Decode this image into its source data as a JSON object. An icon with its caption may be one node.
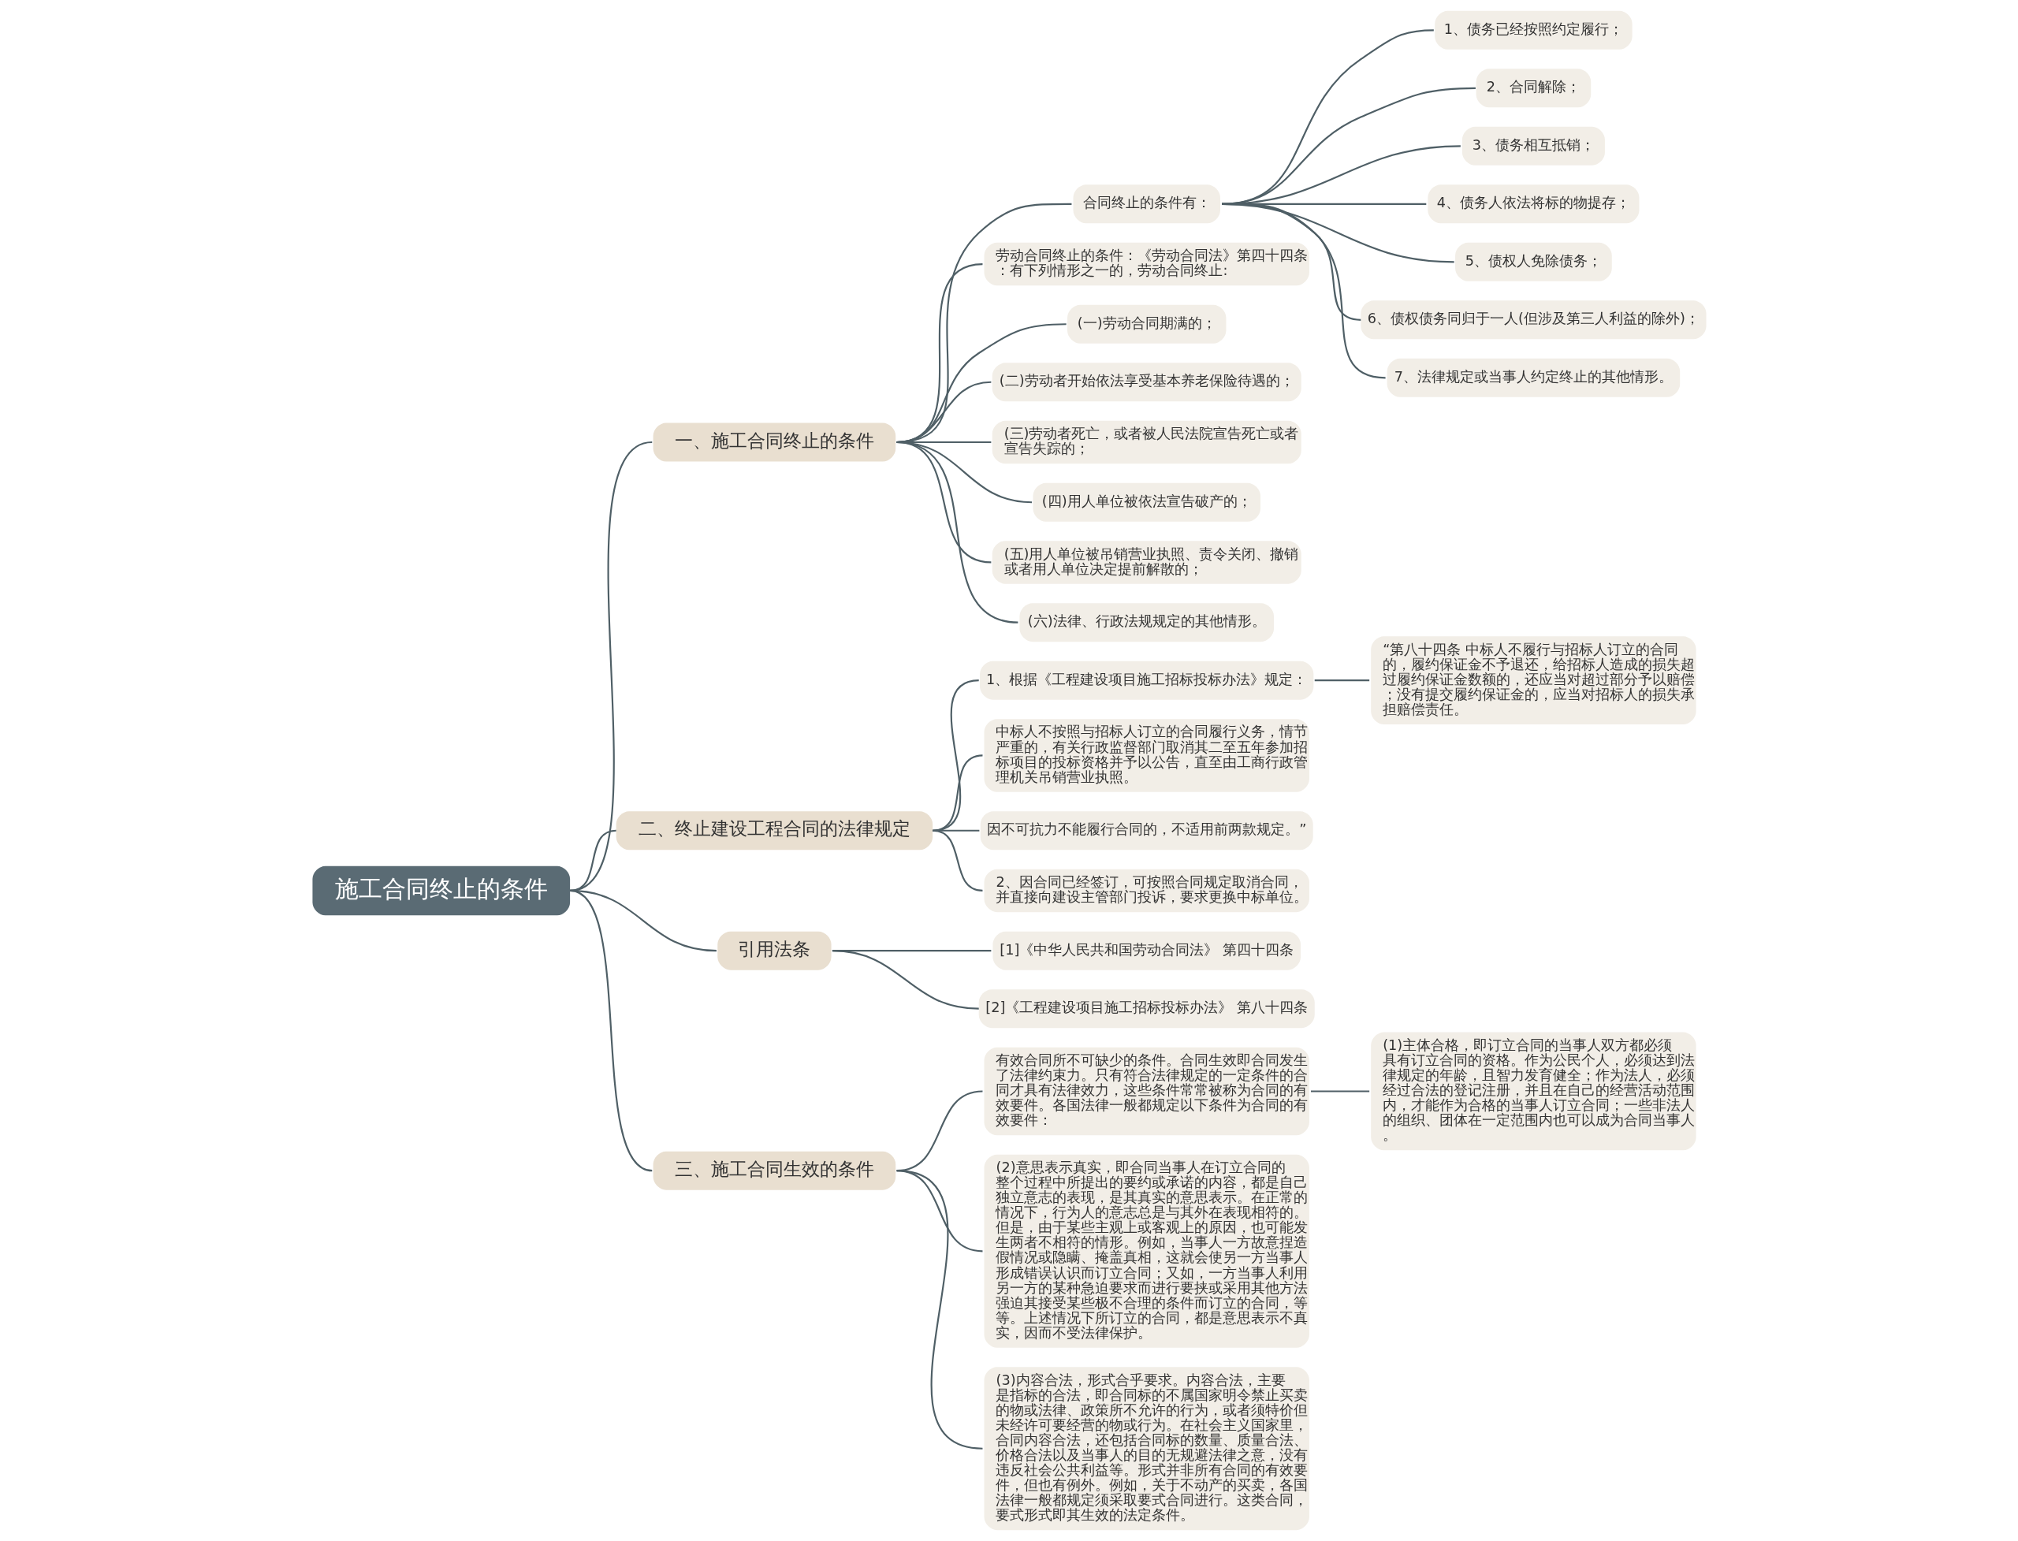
{
  "diagram": {
    "nodes": [
      {
        "text": [
          "施工合同终止的条件"
        ]
      },
      {
        "text": [
          "一、施工合同终止的条件"
        ]
      },
      {
        "text": [
          "合同终止的条件有："
        ]
      },
      {
        "text": [
          "1、债务已经按照约定履行；"
        ]
      },
      {
        "text": [
          "2、合同解除；"
        ]
      },
      {
        "text": [
          "3、债务相互抵销；"
        ]
      },
      {
        "text": [
          "4、债务人依法将标的物提存；"
        ]
      },
      {
        "text": [
          "5、债权人免除债务；"
        ]
      },
      {
        "text": [
          "6、债权债务同归于一人(但涉及第三人利益的除外)；"
        ]
      },
      {
        "text": [
          "7、法律规定或当事人约定终止的其他情形。"
        ]
      },
      {
        "text": [
          "劳动合同终止的条件：《劳动合同法》第四十四条：有下列情形之一的，劳动合同终止:"
        ]
      },
      {
        "text": [
          "(一)劳动合同期满的；"
        ]
      },
      {
        "text": [
          "(二)劳动者开始依法享受基本养老保险待遇的；"
        ]
      },
      {
        "text": [
          "(三)劳动者死亡，或者被人民法院宣告死亡或者宣告失踪的；"
        ]
      },
      {
        "text": [
          "(四)用人单位被依法宣告破产的；"
        ]
      },
      {
        "text": [
          "(五)用人单位被吊销营业执照、责令关闭、撤销或者用人单位决定提前解散的；"
        ]
      },
      {
        "text": [
          "(六)法律、行政法规规定的其他情形。"
        ]
      },
      {
        "text": [
          "二、终止建设工程合同的法律规定"
        ]
      },
      {
        "text": [
          "1、根据《工程建设项目施工招标投标办法》规定："
        ]
      },
      {
        "text": [
          "“第八十四条 中标人不履行与招标人订立的合同的，履约保证金不予退还，给招标人造成的损失超过履约保证金数额的，还应当对超过部分予以赔偿；没有提交履约保证金的，应当对招标人的损失承担赔偿责任。"
        ]
      },
      {
        "text": [
          "中标人不按照与招标人订立的合同履行义务，情节严重的，有关行政监督部门取消其二至五年参加招标项目的投标资格并予以公告，直至由工商行政管理机关吊销营业执照。"
        ]
      },
      {
        "text": [
          "因不可抗力不能履行合同的，不适用前两款规定。”"
        ]
      },
      {
        "text": [
          "2、因合同已经签订，可按照合同规定取消合同，并直接向建设主管部门投诉，要求更换中标单位。"
        ]
      },
      {
        "text": [
          "引用法条"
        ]
      },
      {
        "text": [
          "[1]《中华人民共和国劳动合同法》 第四十四条"
        ]
      },
      {
        "text": [
          "[2]《工程建设项目施工招标投标办法》 第八十四条"
        ]
      },
      {
        "text": [
          "三、施工合同生效的条件"
        ]
      },
      {
        "text": [
          "有效合同所不可缺少的条件。合同生效即合同发生了法律约束力。只有符合法律规定的一定条件的合同才具有法律效力，这些条件常常被称为合同的有效要件。各国法律一般都规定以下条件为合同的有效要件："
        ]
      },
      {
        "text": [
          "(1)主体合格，即订立合同的当事人双方都必须具有订立合同的资格。作为公民个人，必须达到法律规定的年龄，且智力发育健全；作为法人，必须经过合法的登记注册，并且在自己的经营活动范围内，才能作为合格的当事人订立合同；一些非法人的组织、团体在一定范围内也可以成为合同当事人。"
        ]
      },
      {
        "text": [
          "(2)意思表示真实，即合同当事人在订立合同的整个过程中所提出的要约或承诺的内容，都是自己独立意志的表现，是其真实的意思表示。在正常的情况下，行为人的意志总是与其外在表现相符的。但是，由于某些主观上或客观上的原因，也可能发生两者不相符的情形。例如，当事人一方故意捏造假情况或隐瞒、掩盖真相，这就会使另一方当事人形成错误认识而订立合同；又如，一方当事人利用另一方的某种急迫要求而进行要挟或采用其他方法强迫其接受某些极不合理的条件而订立的合同，等等。上述情况下所订立的合同，都是意思表示不真实，因而不受法律保护。"
        ]
      },
      {
        "text": [
          "(3)内容合法，形式合乎要求。内容合法，主要是指标的合法，即合同标的不属国家明令禁止买卖的物或法律、政策所不允许的行为，或者须特价但未经许可要经营的物或行为。在社会主义国家里，合同内容合法，还包括合同标的数量、质量合法、价格合法以及当事人的目的无规避法律之意，没有违反社会公共利益等。形式并非所有合同的有效要件，但也有例外。例如，关于不动产的买卖，各国法律一般都规定须采取要式合同进行。这类合同，要式形式即其生效的法定条件。"
        ]
      }
    ],
    "edges": [
      {
        "from": 0,
        "to": 1,
        "arrow": "none"
      },
      {
        "from": 1,
        "to": 2,
        "arrow": "none"
      },
      {
        "from": 2,
        "to": 3,
        "arrow": "none"
      },
      {
        "from": 2,
        "to": 4,
        "arrow": "none"
      },
      {
        "from": 2,
        "to": 5,
        "arrow": "none"
      },
      {
        "from": 2,
        "to": 6,
        "arrow": "none"
      },
      {
        "from": 2,
        "to": 7,
        "arrow": "none"
      },
      {
        "from": 2,
        "to": 8,
        "arrow": "none"
      },
      {
        "from": 2,
        "to": 9,
        "arrow": "none"
      },
      {
        "from": 1,
        "to": 10,
        "arrow": "none"
      },
      {
        "from": 1,
        "to": 11,
        "arrow": "none"
      },
      {
        "from": 1,
        "to": 12,
        "arrow": "none"
      },
      {
        "from": 1,
        "to": 13,
        "arrow": "none"
      },
      {
        "from": 1,
        "to": 14,
        "arrow": "none"
      },
      {
        "from": 1,
        "to": 15,
        "arrow": "none"
      },
      {
        "from": 1,
        "to": 16,
        "arrow": "none"
      },
      {
        "from": 0,
        "to": 17,
        "arrow": "none"
      },
      {
        "from": 17,
        "to": 18,
        "arrow": "none"
      },
      {
        "from": 18,
        "to": 19,
        "arrow": "none"
      },
      {
        "from": 17,
        "to": 20,
        "arrow": "none"
      },
      {
        "from": 17,
        "to": 21,
        "arrow": "none"
      },
      {
        "from": 17,
        "to": 22,
        "arrow": "none"
      },
      {
        "from": 0,
        "to": 23,
        "arrow": "none"
      },
      {
        "from": 23,
        "to": 24,
        "arrow": "none"
      },
      {
        "from": 23,
        "to": 25,
        "arrow": "none"
      },
      {
        "from": 0,
        "to": 26,
        "arrow": "none"
      },
      {
        "from": 26,
        "to": 27,
        "arrow": "none"
      },
      {
        "from": 27,
        "to": 28,
        "arrow": "none"
      },
      {
        "from": 26,
        "to": 29,
        "arrow": "none"
      },
      {
        "from": 26,
        "to": 30,
        "arrow": "none"
      }
    ]
  }
}
